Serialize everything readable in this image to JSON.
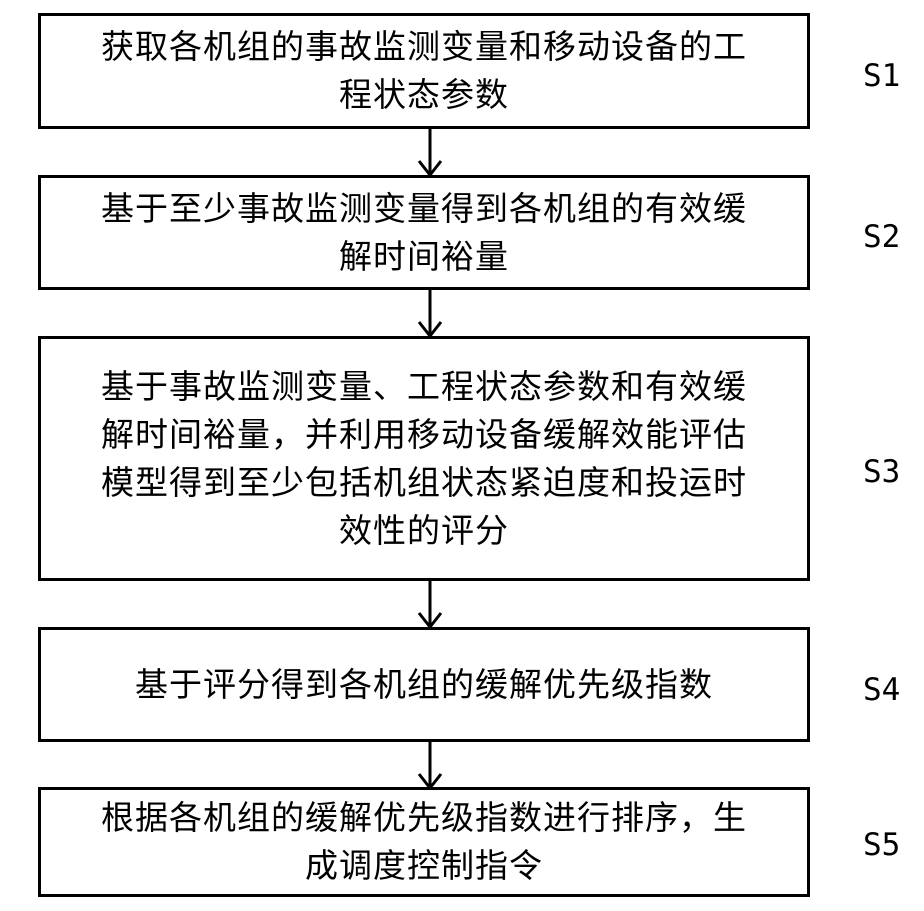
{
  "flowchart": {
    "steps": [
      {
        "id": "S1",
        "label": "S1",
        "text": "获取各机组的事故监测变量和移动设备的工\n程状态参数"
      },
      {
        "id": "S2",
        "label": "S2",
        "text": "基于至少事故监测变量得到各机组的有效缓\n解时间裕量"
      },
      {
        "id": "S3",
        "label": "S3",
        "text": "基于事故监测变量、工程状态参数和有效缓\n解时间裕量，并利用移动设备缓解效能评估\n模型得到至少包括机组状态紧迫度和投运时\n效性的评分"
      },
      {
        "id": "S4",
        "label": "S4",
        "text": "基于评分得到各机组的缓解优先级指数"
      },
      {
        "id": "S5",
        "label": "S5",
        "text": "根据各机组的缓解优先级指数进行排序，生\n成调度控制指令"
      }
    ]
  }
}
